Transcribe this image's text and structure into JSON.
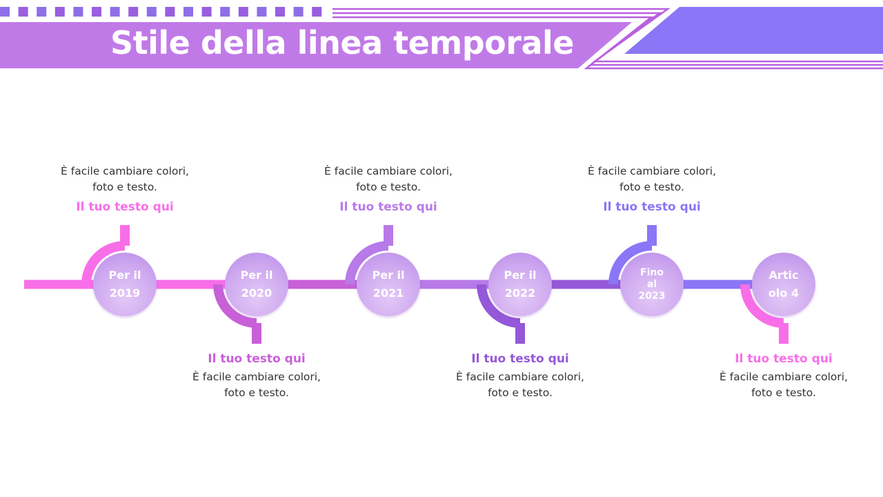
{
  "header": {
    "title": "Stile della linea temporale"
  },
  "colors": {
    "header_band": "#c07ae8",
    "header_block": "#8a76f6",
    "header_stripe": "#b860e0",
    "square_a": "#8e6fe8",
    "square_b": "#9a5ee0"
  },
  "timeline": [
    {
      "milestone": "Per il\n2019",
      "heading": "Il tuo testo qui",
      "body": "È facile cambiare colori,\nfoto e testo.",
      "color": "#f86ee8"
    },
    {
      "milestone": "Per il\n2020",
      "heading": "Il tuo testo qui",
      "body": "È facile cambiare colori,\nfoto e testo.",
      "color": "#c860d8"
    },
    {
      "milestone": "Per il\n2021",
      "heading": "Il tuo testo qui",
      "body": "È facile cambiare colori,\nfoto e testo.",
      "color": "#b87ae8"
    },
    {
      "milestone": "Per il\n2022",
      "heading": "Il tuo testo qui",
      "body": "È facile cambiare colori,\nfoto e testo.",
      "color": "#9458d8"
    },
    {
      "milestone": "Fino\nal\n2023",
      "heading": "Il tuo testo qui",
      "body": "È facile cambiare colori,\nfoto e testo.",
      "color": "#8a76f6"
    },
    {
      "milestone": "Artic\nolo 4",
      "heading": "Il tuo testo qui",
      "body": "È facile cambiare colori,\nfoto e testo.",
      "color": "#f86ee8"
    }
  ]
}
